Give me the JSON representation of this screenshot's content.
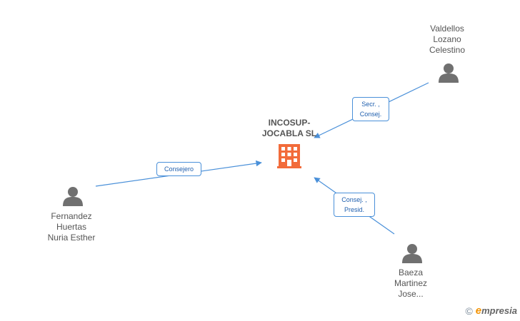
{
  "company": {
    "name_lines": [
      "INCOSUP-",
      "JOCABLA SL"
    ],
    "icon": "building-icon",
    "color": "#f26b3a"
  },
  "persons": [
    {
      "id": "valdellos",
      "name_lines": [
        "Valdellos",
        "Lozano",
        "Celestino"
      ],
      "icon": "person-icon"
    },
    {
      "id": "fernandez",
      "name_lines": [
        "Fernandez",
        "Huertas",
        "Nuria Esther"
      ],
      "icon": "person-icon"
    },
    {
      "id": "baeza",
      "name_lines": [
        "Baeza",
        "Martinez",
        "Jose..."
      ],
      "icon": "person-icon"
    }
  ],
  "relations": [
    {
      "from": "valdellos",
      "label_lines": [
        "Secr. ,",
        "Consej."
      ]
    },
    {
      "from": "fernandez",
      "label_lines": [
        "Consejero"
      ]
    },
    {
      "from": "baeza",
      "label_lines": [
        "Consej. ,",
        "Presid."
      ]
    }
  ],
  "colors": {
    "edge": "#4a90d9",
    "person": "#707070",
    "label_text": "#555555"
  },
  "brand": {
    "copyright": "©",
    "logo_initial": "e",
    "logo_rest": "mpresia"
  }
}
